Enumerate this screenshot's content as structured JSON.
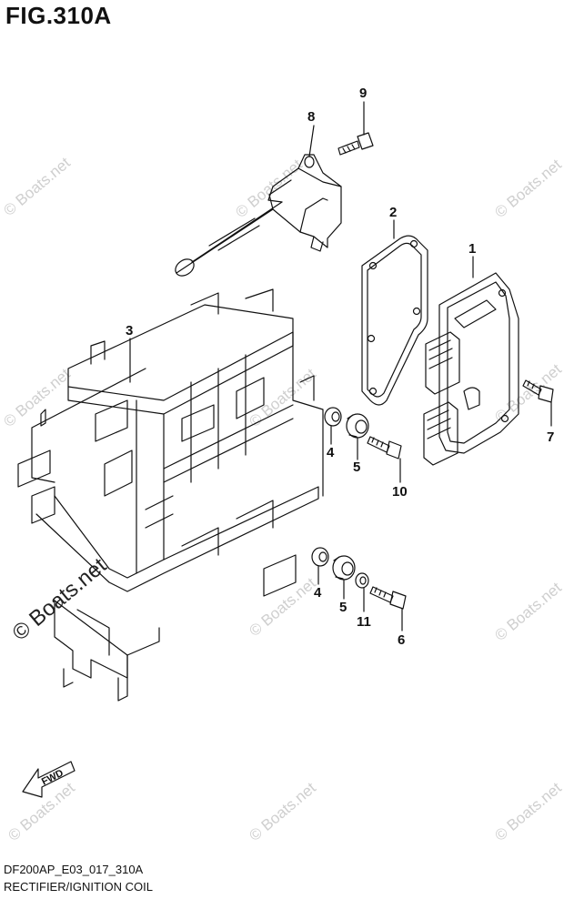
{
  "figure": {
    "title": "FIG.310A"
  },
  "callouts": {
    "c1": "1",
    "c2": "2",
    "c3": "3",
    "c4a": "4",
    "c4b": "4",
    "c5a": "5",
    "c5b": "5",
    "c6": "6",
    "c7": "7",
    "c8": "8",
    "c9": "9",
    "c10": "10",
    "c11": "11"
  },
  "watermark": {
    "text": "© Boats.net",
    "text_big": "© Boats.net"
  },
  "fwd": {
    "label": "FWD"
  },
  "footer": {
    "code": "DF200AP_E03_017_310A",
    "name": "RECTIFIER/IGNITION COIL"
  },
  "colors": {
    "line": "#111111",
    "watermark": "#cfcfcf"
  }
}
